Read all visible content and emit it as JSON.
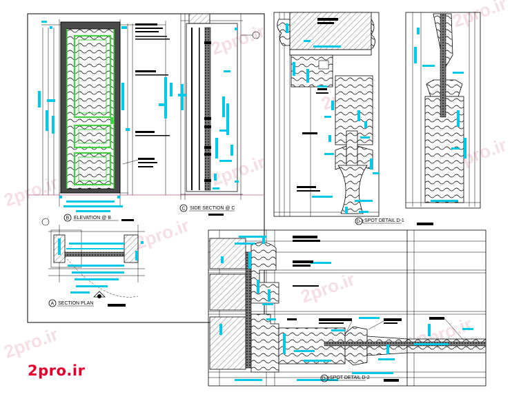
{
  "watermark": "2pro.ir",
  "logo_text": "2pro.ir",
  "colors": {
    "line": "#000000",
    "dimension": "#00c8e6",
    "frame_green": "#3fd23f",
    "wood": "#3a3a3a",
    "watermark": "#e9b8c4",
    "logo": "#e4002b"
  },
  "labels": {
    "elevation": "ELEVATION @ B",
    "side_section": "SIDE SECTION @ C",
    "section_plan": "SECTION PLAN",
    "spot_detail_1": "SPOT DETAIL D-1",
    "spot_detail_2": "SPOT DETAIL D-2"
  },
  "markers": {
    "elevation": "B",
    "side_section": "C",
    "section_plan": "A",
    "spot_detail_1": "D-1",
    "spot_detail_2": "D-2"
  }
}
